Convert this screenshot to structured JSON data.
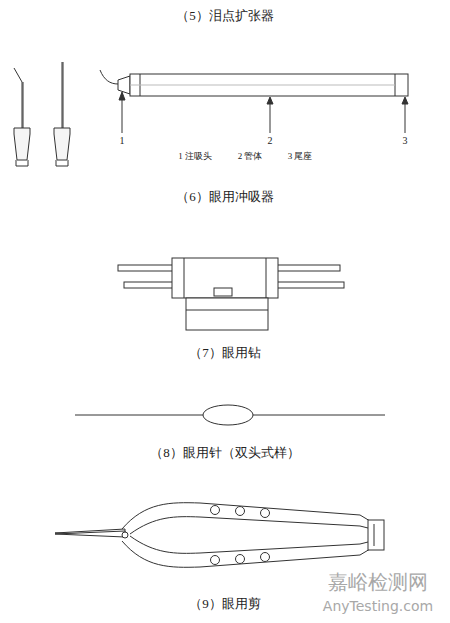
{
  "diagram": {
    "labels": [
      "（5）泪点扩张器",
      "1",
      "2",
      "3",
      "1 注吸头",
      "2 管体",
      "3 尾座",
      "（6）眼用冲吸器",
      "（7）眼用钻",
      "（8）眼用针（双头式样）",
      "（9）眼用剪",
      "嘉峪检测网",
      "AnyTesting.com"
    ]
  }
}
